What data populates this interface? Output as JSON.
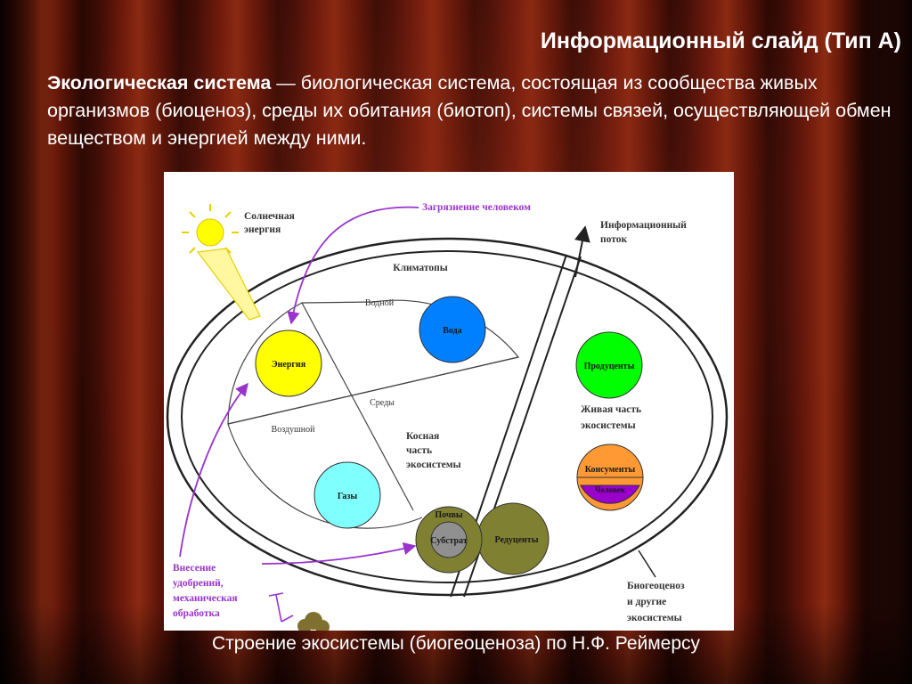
{
  "header": {
    "title": "Информационный слайд (Тип А)"
  },
  "definition": {
    "term": "Экологическая система",
    "body": " — биологическая система, состоящая из сообщества живых организмов (биоценоз), среды их обитания (биотоп), системы связей, осуществляющей обмен веществом и энергией между ними."
  },
  "diagram": {
    "labels": {
      "solar_energy": [
        "Солнечная",
        "энергия"
      ],
      "pollution": "Загрязнение человеком",
      "info_flow": [
        "Информационный",
        "поток"
      ],
      "climatopes": "Климатопы",
      "water_env": "Водной",
      "environments": "Среды",
      "air_env": "Воздушной",
      "inert_part": [
        "Косная",
        "часть",
        "экосистемы"
      ],
      "living_part": [
        "Живая часть",
        "экосистемы"
      ],
      "fertilizer": [
        "Внесение",
        "удобрений,",
        "механическая",
        "обработка"
      ],
      "biogeocenosis": [
        "Биогеоценоз",
        "и другие",
        "экосистемы"
      ]
    },
    "circles": {
      "energy": "Энергия",
      "water": "Вода",
      "gases": "Газы",
      "soils": "Почвы",
      "substrate": "Субстрат",
      "reducers": "Редуценты",
      "producers": "Продуценты",
      "consumers": "Консументы",
      "human": "Человек"
    },
    "colors": {
      "energy": "#ffff00",
      "water": "#0080ff",
      "gases": "#80ffff",
      "soil_ring": "#808033",
      "substrate": "#909090",
      "reducers": "#808033",
      "producers": "#00ff00",
      "consumers": "#ff9933",
      "human": "#9900cc",
      "arrows_purple": "#9933cc",
      "sun": "#ffff00"
    }
  },
  "caption": "Строение экосистемы (биогеоценоза) по Н.Ф. Реймерсу"
}
